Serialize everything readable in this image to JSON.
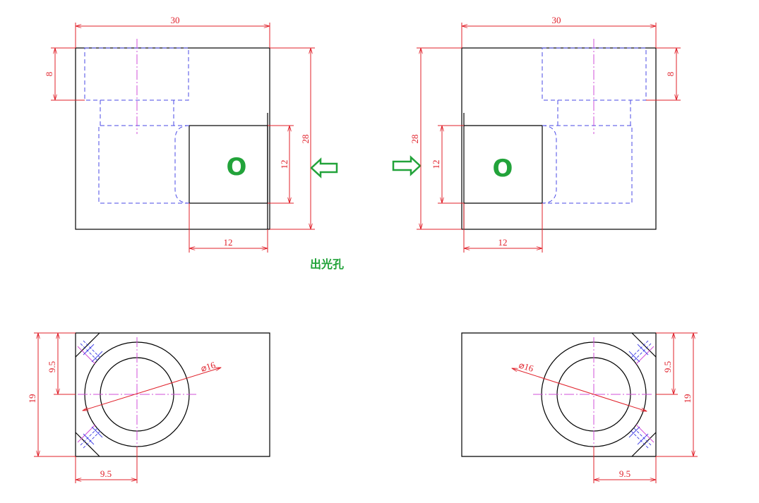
{
  "colors": {
    "outline": "#000000",
    "hidden": "#4a4ae6",
    "center": "#d24fd8",
    "dimension": "#e0202a",
    "annotation": "#22a33a"
  },
  "views": {
    "top_left": {
      "dim_width": "30",
      "dim_height": "28",
      "dim_counterbore": "8",
      "dim_window_height": "12",
      "dim_window_width": "12",
      "hole_symbol": "O"
    },
    "top_right": {
      "dim_width": "30",
      "dim_height": "28",
      "dim_counterbore": "8",
      "dim_window_height": "12",
      "dim_window_width": "12",
      "hole_symbol": "O"
    },
    "bottom_left": {
      "dim_height": "19",
      "dim_center_offset": "9.5",
      "dim_center_x": "9.5",
      "dim_diameter": "⌀16"
    },
    "bottom_right": {
      "dim_height": "19",
      "dim_center_offset": "9.5",
      "dim_center_x": "9.5",
      "dim_diameter": "⌀16"
    }
  },
  "annotations": {
    "light_exit_label": "出光孔",
    "arrow_left_icon": "hollow-arrow-left-icon",
    "arrow_right_icon": "hollow-arrow-right-icon"
  }
}
